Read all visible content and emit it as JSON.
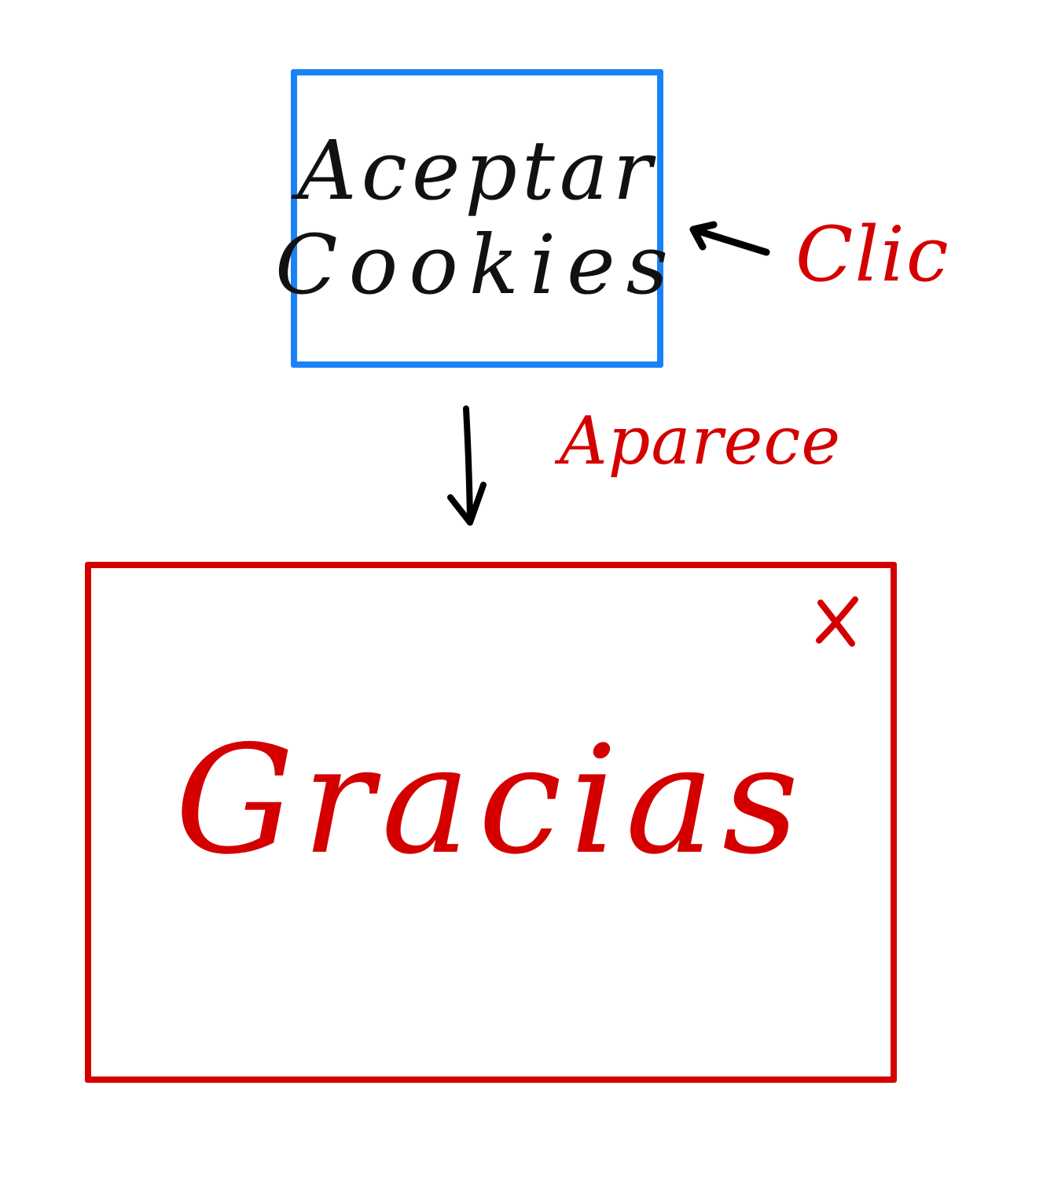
{
  "diagram": {
    "button": {
      "line1": "Aceptar",
      "line2": "Cookies",
      "border_color": "#1a82f7"
    },
    "click_annotation": {
      "label": "Clic",
      "color": "#d40000"
    },
    "transition_annotation": {
      "label": "Aparece",
      "color": "#d40000"
    },
    "popup": {
      "message": "Gracias",
      "close_icon": "x-icon",
      "border_color": "#d40000"
    },
    "arrow_color": "#000000"
  }
}
